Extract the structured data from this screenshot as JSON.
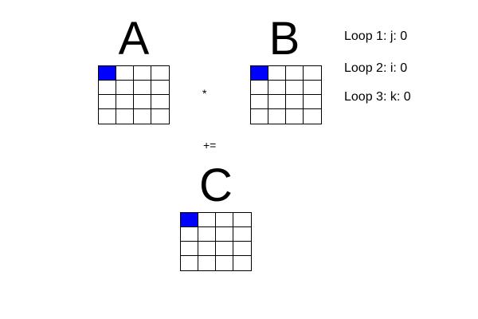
{
  "matrices": {
    "a": {
      "title": "A",
      "rows": 4,
      "cols": 4,
      "highlight": {
        "row": 0,
        "col": 0
      }
    },
    "b": {
      "title": "B",
      "rows": 4,
      "cols": 4,
      "highlight": {
        "row": 0,
        "col": 0
      }
    },
    "c": {
      "title": "C",
      "rows": 4,
      "cols": 4,
      "highlight": {
        "row": 0,
        "col": 0
      }
    }
  },
  "operators": {
    "multiply": "*",
    "plus_equals": "+="
  },
  "loops": [
    {
      "label": "Loop 1: j: 0"
    },
    {
      "label": "Loop 2: i: 0"
    },
    {
      "label": "Loop 3: k: 0"
    }
  ],
  "colors": {
    "highlight": "#0000ff",
    "grid_line": "#000000",
    "background": "#ffffff"
  }
}
